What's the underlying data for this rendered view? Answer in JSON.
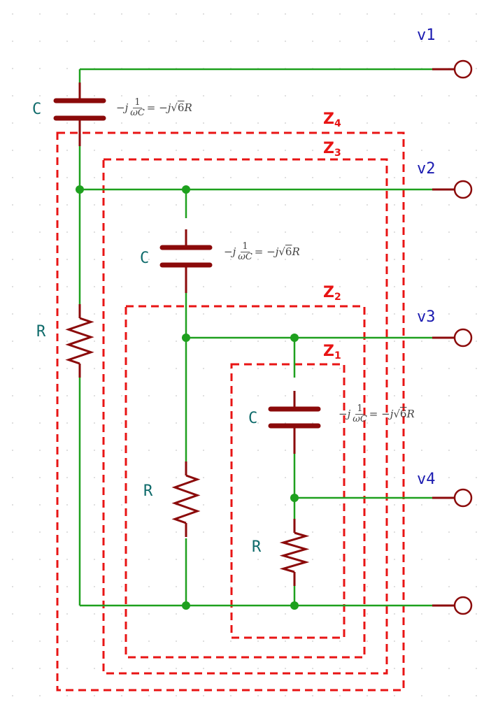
{
  "colors": {
    "wire": "#1ea01e",
    "component": "#8b0a0a",
    "zone": "#e81414",
    "node_label": "#1a1ab0",
    "component_label": "#0f6b6b",
    "equation": "#444444",
    "grid": "#c8c8c8"
  },
  "component_labels": {
    "c1": "C",
    "c2": "C",
    "c3": "C",
    "r1": "R",
    "r2": "R",
    "r3": "R"
  },
  "node_labels": {
    "v1": "v1",
    "v2": "v2",
    "v3": "v3",
    "v4": "v4"
  },
  "zones": {
    "z1": {
      "letter": "Z",
      "sub": "1"
    },
    "z2": {
      "letter": "Z",
      "sub": "2"
    },
    "z3": {
      "letter": "Z",
      "sub": "3"
    },
    "z4": {
      "letter": "Z",
      "sub": "4"
    }
  },
  "equation": {
    "prefix": "−j",
    "numerator": "1",
    "denominator": "ωC",
    "equals": "= −j",
    "root": "6",
    "suffix": "R"
  }
}
